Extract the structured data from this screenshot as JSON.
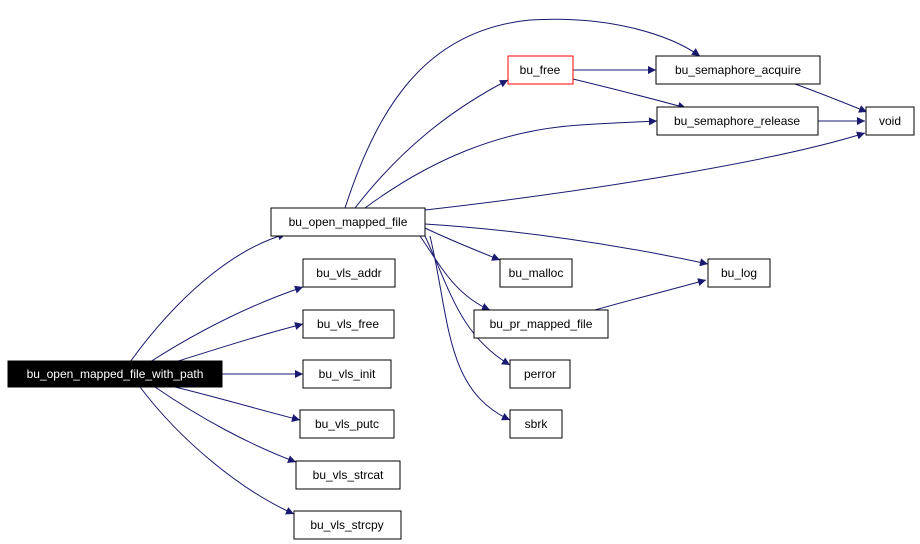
{
  "colors": {
    "edge": "#191970",
    "root_fill": "#000000",
    "root_text": "#ffffff",
    "highlight_border": "#ff0000",
    "node_border": "#000000",
    "background": "#ffffff"
  },
  "nodes": {
    "root": "bu_open_mapped_file_with_path",
    "open_mapped_file": "bu_open_mapped_file",
    "vls_addr": "bu_vls_addr",
    "vls_free": "bu_vls_free",
    "vls_init": "bu_vls_init",
    "vls_putc": "bu_vls_putc",
    "vls_strcat": "bu_vls_strcat",
    "vls_strcpy": "bu_vls_strcpy",
    "free": "bu_free",
    "semaphore_acquire": "bu_semaphore_acquire",
    "semaphore_release": "bu_semaphore_release",
    "void": "void",
    "malloc": "bu_malloc",
    "log": "bu_log",
    "pr_mapped_file": "bu_pr_mapped_file",
    "perror": "perror",
    "sbrk": "sbrk"
  }
}
